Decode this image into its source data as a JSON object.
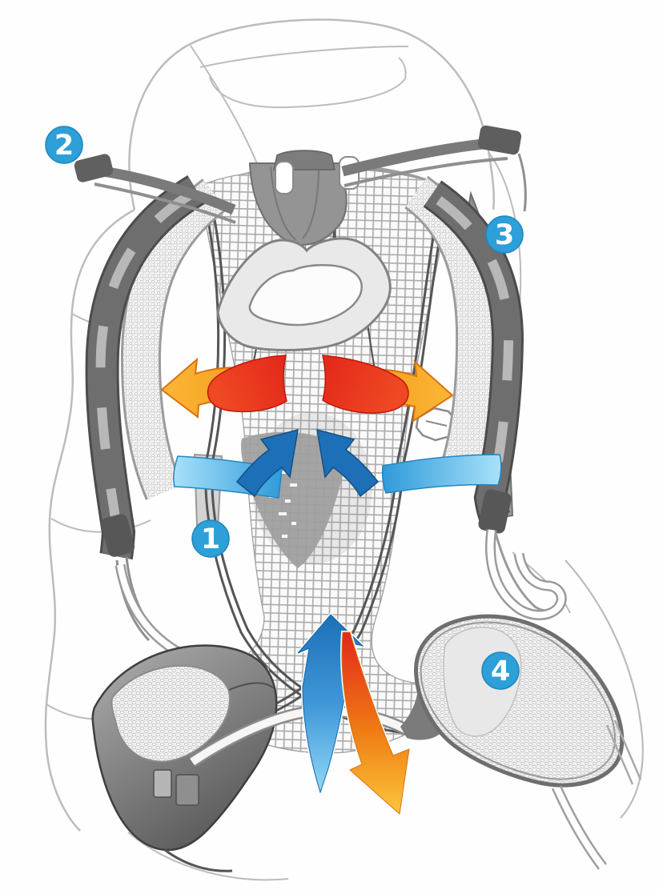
{
  "diagram": {
    "subject": "backpack ventilated back-system diagram",
    "background": "#fefefe"
  },
  "callouts": [
    {
      "number": "1"
    },
    {
      "number": "2"
    },
    {
      "number": "3"
    },
    {
      "number": "4"
    }
  ],
  "colors": {
    "callout_badge": "#2d9fd9",
    "callout_badge_edge": "#1f86bd",
    "warm_red": "#e3271a",
    "warm_red_dark": "#c01810",
    "warm_orange": "#f59c1b",
    "warm_orange_deep": "#ef7d14",
    "warm_yellow": "#fcc63d",
    "cool_dark_blue": "#1d70b7",
    "cool_mid_blue": "#3f97d8",
    "cool_light_blue": "#55bdee",
    "cool_pale_blue": "#a8e1fa"
  },
  "arrows": [
    {
      "name": "warm-air-out-left-arrow",
      "palette": "warm",
      "direction": "outward-left"
    },
    {
      "name": "warm-air-out-right-arrow",
      "palette": "warm",
      "direction": "outward-right"
    },
    {
      "name": "cool-air-in-left-arrow",
      "palette": "cool",
      "direction": "inward-left"
    },
    {
      "name": "cool-air-in-right-arrow",
      "palette": "cool",
      "direction": "inward-right"
    },
    {
      "name": "cool-air-rise-arrow",
      "palette": "cool",
      "direction": "up"
    },
    {
      "name": "warm-air-escape-arrow",
      "palette": "warm",
      "direction": "down-right"
    }
  ]
}
